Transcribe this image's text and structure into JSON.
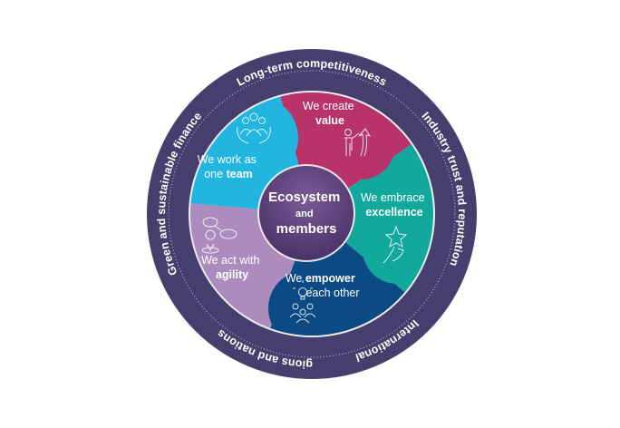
{
  "colors": {
    "outer_ring": "#453f6e",
    "value": "#b8336a",
    "excellence": "#12a89c",
    "empower": "#0b4a84",
    "agility": "#ac8cbc",
    "team": "#22b5e0",
    "center": "#5a3f79"
  },
  "ring_labels": [
    "Long-term competitiveness",
    "Industry trust and reputation",
    "International",
    "Regions and nations",
    "Green and sustainable finance"
  ],
  "center": {
    "line1": "Ecosystem",
    "line2": "and",
    "line3": "members"
  },
  "values": {
    "value": {
      "line1": "We create",
      "bold": "value",
      "icon": "presenter-growth-arrow-icon"
    },
    "excellence": {
      "line1": "We embrace",
      "bold": "excellence",
      "icon": "hand-star-icon"
    },
    "empower": {
      "prefix": "We ",
      "bold": "empower",
      "line2": "each other",
      "icon": "team-lightbulb-icon"
    },
    "agility": {
      "line1": "We act with",
      "bold": "agility",
      "icon": "location-network-icon"
    },
    "team": {
      "line1": "We work as",
      "prefix2": "one ",
      "bold": "team",
      "icon": "hands-people-icon"
    }
  }
}
